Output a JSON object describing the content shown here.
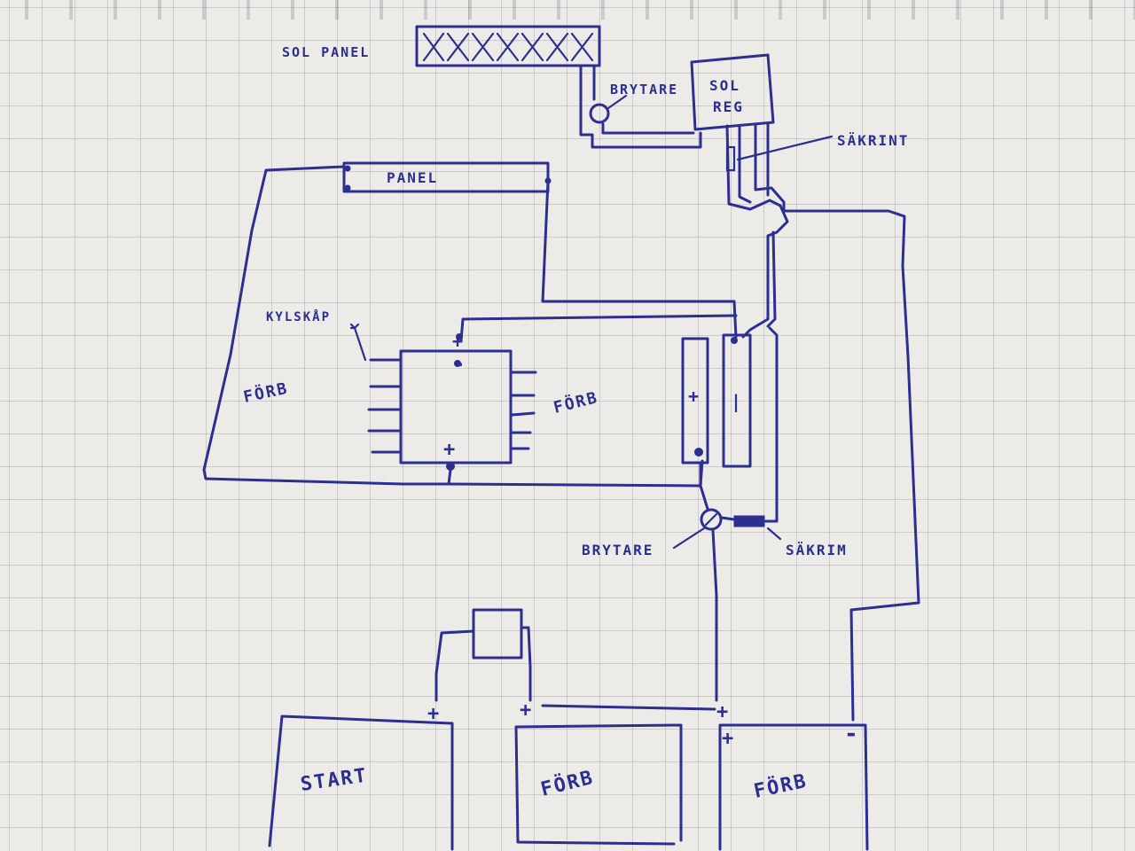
{
  "labels": {
    "solar_panel": "SOL PANEL",
    "switch_top": "BRYTARE",
    "solar_regulator_line1": "SOL",
    "solar_regulator_line2": "REG",
    "fuse_top": "SÄKRINT",
    "panel": "PANEL",
    "fridge": "KYLSKÅP",
    "consumer_left": "FÖRB",
    "consumer_right": "FÖRB",
    "plus": "+",
    "minus": "-",
    "bus_minus_mark": "|",
    "switch_bottom": "BRYTARE",
    "fuse_bottom": "SÄKRIM",
    "battery_start": "START",
    "battery_consumer_1": "FÖRB",
    "battery_consumer_2": "FÖRB"
  },
  "colors": {
    "ink": "#2b2f8f",
    "paper": "#ecebe8",
    "grid": "#a9a9ae"
  }
}
